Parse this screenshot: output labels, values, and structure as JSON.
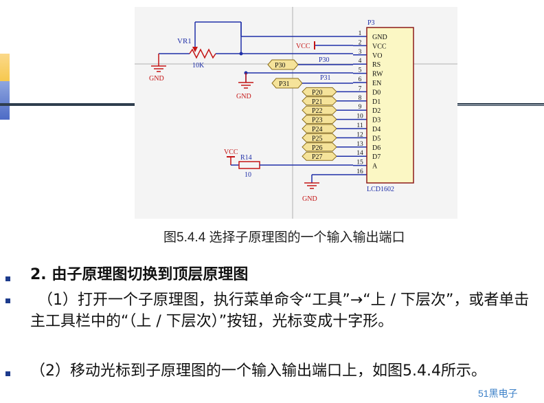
{
  "schematic": {
    "vr1_label": "VR1",
    "vr1_value": "10K",
    "gnd": "GND",
    "vcc": "VCC",
    "header_ref": "P3",
    "header_part": "LCD1602",
    "r14_label": "R14",
    "r14_value": "10",
    "port_p30": "P30",
    "port_p31": "P31",
    "net_p30": "P30",
    "net_p31": "P31",
    "pin_numbers": [
      "1",
      "2",
      "3",
      "4",
      "5",
      "6",
      "7",
      "8",
      "9",
      "10",
      "11",
      "12",
      "13",
      "14",
      "15",
      "16"
    ],
    "pin_names": [
      "GND",
      "VCC",
      "VO",
      "RS",
      "RW",
      "EN",
      "D0",
      "D1",
      "D2",
      "D3",
      "D4",
      "D5",
      "D6",
      "D7",
      "A",
      ""
    ],
    "data_ports": [
      "P20",
      "P21",
      "P22",
      "P23",
      "P24",
      "P25",
      "P26",
      "P27"
    ],
    "colors": {
      "wire": "#1f2fa8",
      "power": "#c41414",
      "port_fill": "#f5e39a",
      "port_stroke": "#8a6d1a"
    }
  },
  "caption": "图5.4.4 选择子原理图的一个输入输出端口",
  "paragraphs": [
    "2. 由子原理图切换到顶层原理图",
    "　（1）打开一个子原理图，执行菜单命令“工具”→“上 / 下层次”，或者单击主工具栏中的“（上 / 下层次）”按钮，光标变成十字形。",
    "（2）移动光标到子原理图的一个输入输出端口上，如图5.4.4所示。"
  ],
  "watermark": "51黑电子"
}
